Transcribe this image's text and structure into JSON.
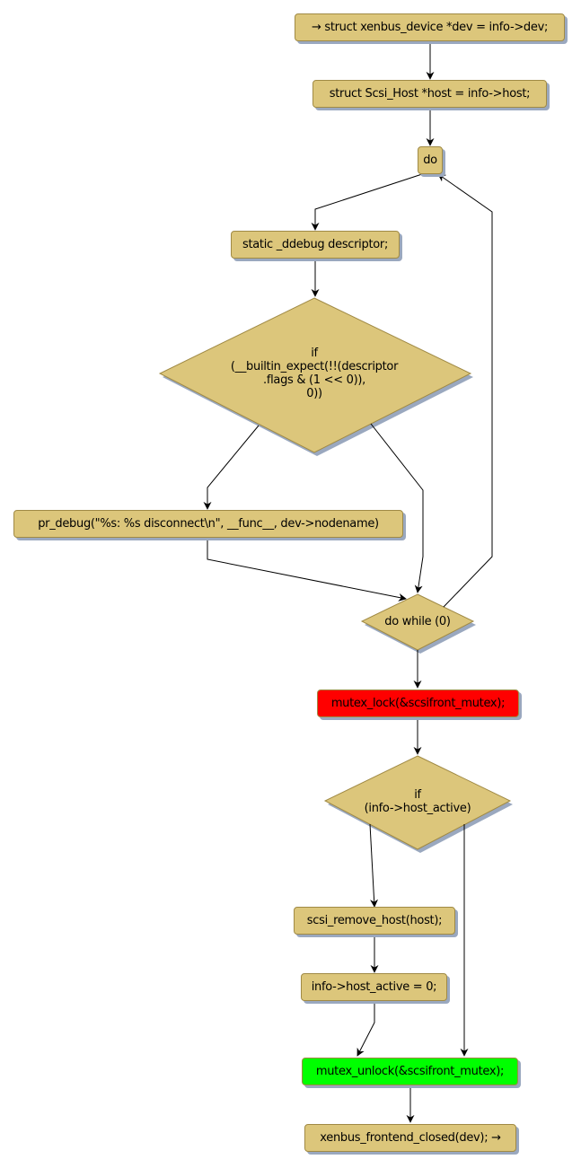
{
  "diagram": {
    "colors": {
      "node_fill": "#dcc67b",
      "node_border": "#a08a45",
      "shadow": "#9aa8bf",
      "lock_fill": "#ff0000",
      "unlock_fill": "#00ff00"
    },
    "nodes": {
      "n1": "→ struct xenbus_device *dev = info->dev;",
      "n2": "struct Scsi_Host *host = info->host;",
      "n3": "do",
      "n4": "static _ddebug descriptor;",
      "n5": "if\n(__builtin_expect(!!(descriptor\n.flags & (1 << 0)),\n0))",
      "n6": "pr_debug(\"%s: %s disconnect\\n\", __func__, dev->nodename)",
      "n7": "do while (0)",
      "n8": "mutex_lock(&scsifront_mutex);",
      "n9": "if\n(info->host_active)",
      "n10": "scsi_remove_host(host);",
      "n11": "info->host_active = 0;",
      "n12": "mutex_unlock(&scsifront_mutex);",
      "n13": "xenbus_frontend_closed(dev); →"
    }
  }
}
